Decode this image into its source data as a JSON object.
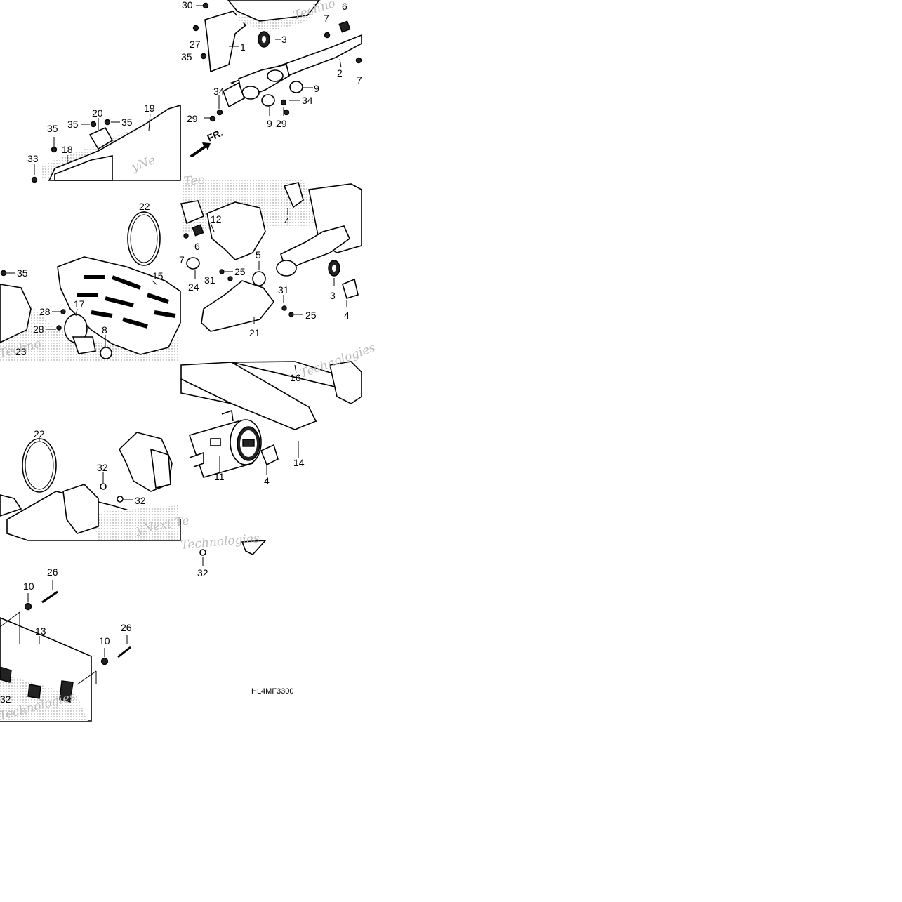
{
  "diagram": {
    "code": "HL4MF3300",
    "direction_label": "FR.",
    "watermark_fragments": [
      "Techno",
      "yNe",
      "Tec",
      "Techno",
      "Technologies",
      "yNext Te",
      "Technologies",
      "Technologies"
    ],
    "callouts": {
      "p30": "30",
      "p6a": "6",
      "p27": "27",
      "p1": "1",
      "p3a": "3",
      "p7a": "7",
      "p35a": "35",
      "p2": "2",
      "p7b": "7",
      "p34a": "34",
      "p9a": "9",
      "p34b": "34",
      "p29a": "29",
      "p9b": "9",
      "p29b": "29",
      "p19": "19",
      "p20": "20",
      "p35b": "35",
      "p35c": "35",
      "p35d": "35",
      "p18": "18",
      "p33": "33",
      "p22a": "22",
      "p35e": "35",
      "p15": "15",
      "p17": "17",
      "p28a": "28",
      "p28b": "28",
      "p8": "8",
      "p23": "23",
      "p12": "12",
      "p4a": "4",
      "p6b": "6",
      "p7c": "7",
      "p5": "5",
      "p25a": "25",
      "p31a": "31",
      "p24": "24",
      "p31b": "31",
      "p3b": "3",
      "p25b": "25",
      "p4b": "4",
      "p21": "21",
      "p22b": "22",
      "p32a": "32",
      "p32b": "32",
      "p16": "16",
      "p11": "11",
      "p4c": "4",
      "p14": "14",
      "p32c": "32",
      "p10a": "10",
      "p26a": "26",
      "p13": "13",
      "p10b": "10",
      "p26b": "26",
      "p32d": "32"
    }
  }
}
